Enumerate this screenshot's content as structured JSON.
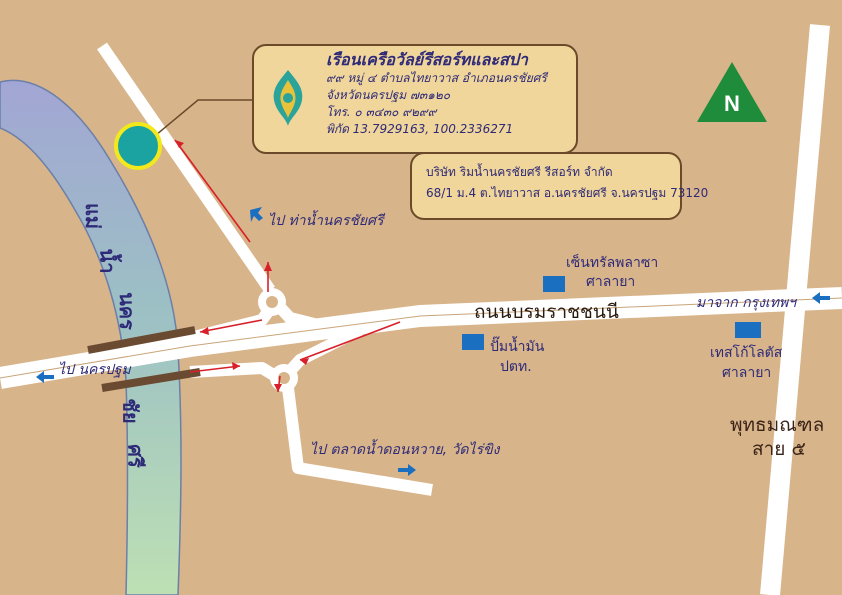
{
  "resort_card": {
    "title": "เรือนเครือวัลย์รีสอร์ทและสปา",
    "address1": "๙๙ หมู่ ๔ ตำบลไทยาวาส อำเภอนครชัยศรี",
    "address2": "จังหวัดนครปฐม ๗๓๑๒๐",
    "phone": "โทร. ๐ ๓๔๓๐ ๙๒๙๙",
    "coords": "พิกัด 13.7929163, 100.2336271"
  },
  "company_card": {
    "name": "บริษัท ริมน้ำนครชัยศรี รีสอร์ท จำกัด",
    "address": "68/1 ม.4 ต.ไทยาวาส อ.นครชัยศรี จ.นครปฐม 73120"
  },
  "north_label": "N",
  "river_name": [
    "แม่",
    "น้ำ",
    "นคร",
    "ชัย",
    "ศรี"
  ],
  "labels": {
    "to_pier": "ไป ท่าน้ำนครชัยศรี",
    "central_plaza": "เซ็นทรัลพลาซา",
    "central_salaya": "ศาลายา",
    "main_road": "ถนนบรมราชชนนี",
    "from_bangkok": "มาจาก กรุงเทพฯ",
    "to_nakhon_pathom": "ไป นครปฐม",
    "gas_station": "ปั๊มน้ำมัน",
    "gas_station_brand": "ปตท.",
    "tesco": "เทสโก้โลตัส",
    "tesco_salaya": "ศาลายา",
    "to_market": "ไป ตลาดน้ำดอนหวาย, วัดไร่ขิง",
    "phutthamonthon": "พุทธมณฑล",
    "phutthamonthon_line": "สาย ๕"
  },
  "colors": {
    "background": "#d8b48a",
    "road": "#ffffff",
    "route_arrow": "#d8202a",
    "direction_arrow": "#1a6fc0",
    "north_triangle": "#1e8c3a",
    "marker_fill": "#1aa3a0",
    "marker_ring": "#f2e81c",
    "river": "#9ab8c8",
    "card_fill": "#f0d69a"
  }
}
